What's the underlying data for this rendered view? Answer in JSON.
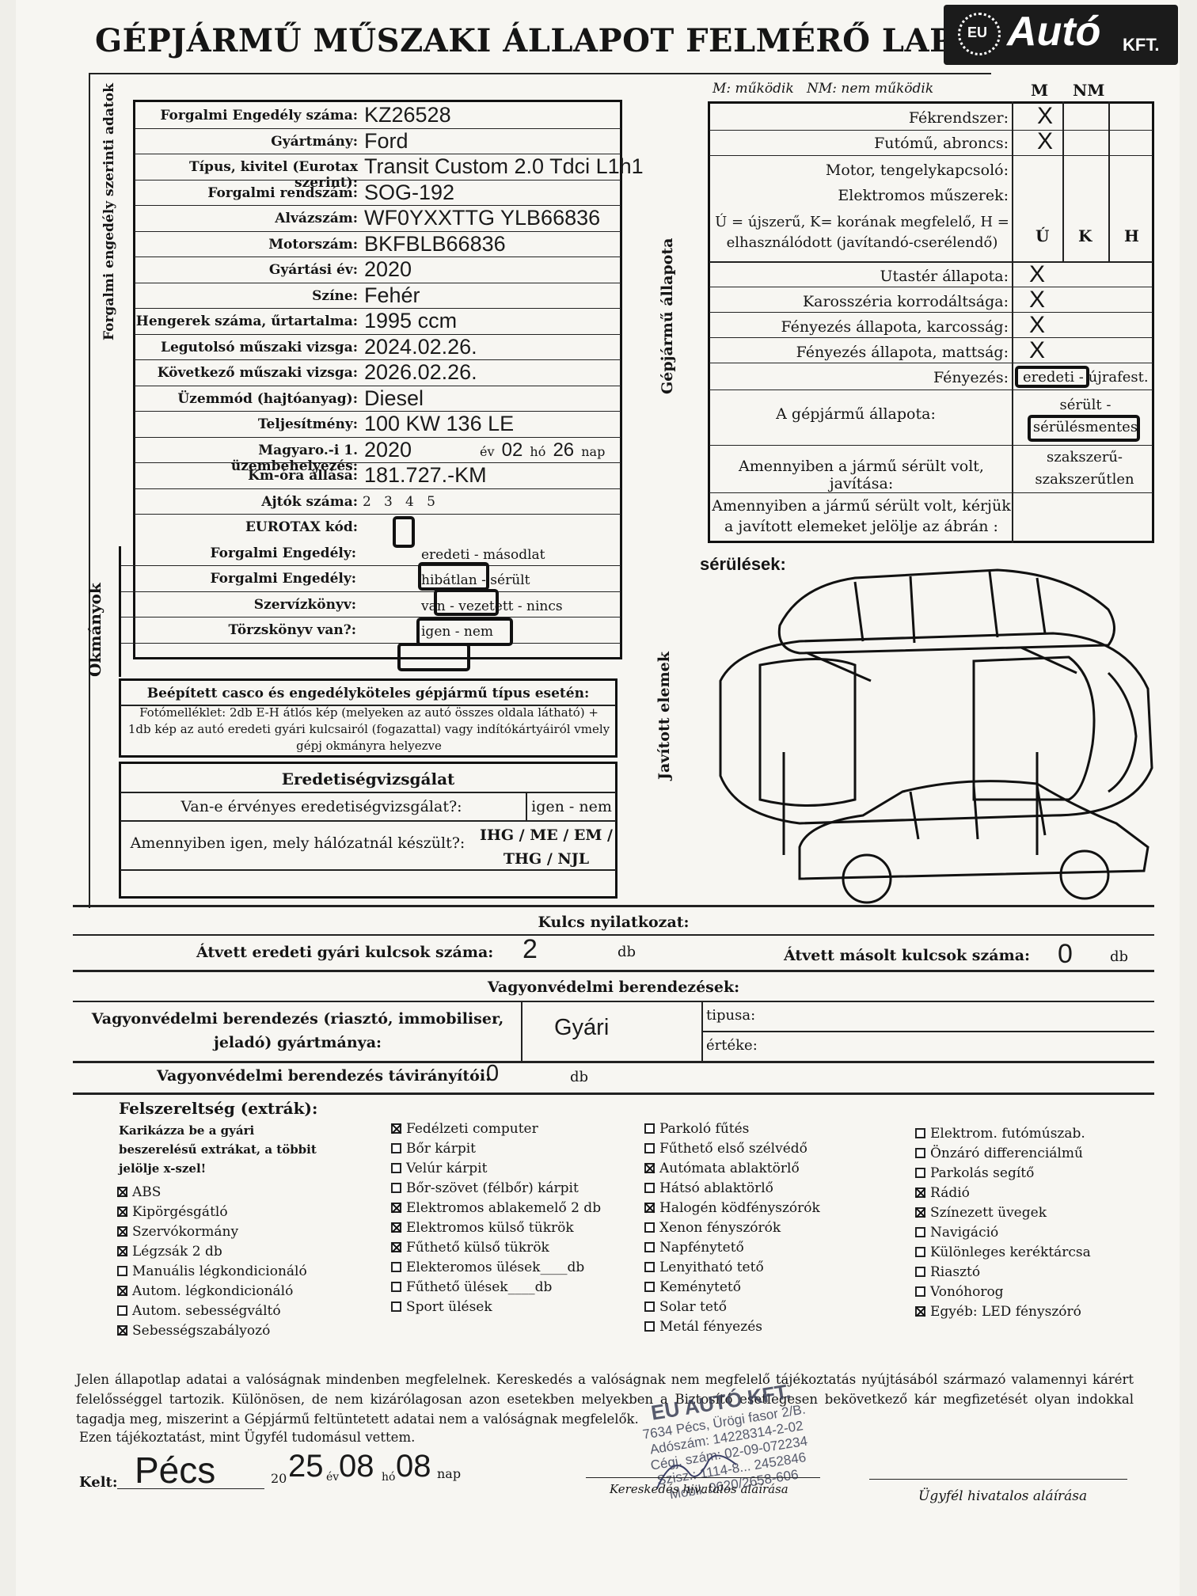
{
  "title": "GÉPJÁRMŰ MŰSZAKI ÁLLAPOT FELMÉRŐ LAP",
  "logo": {
    "eu": "EU",
    "brand": "Autó",
    "suffix": "KFT."
  },
  "side_labels": {
    "left_top": "Forgalmi engedély szerinti adatok",
    "left_bottom": "Okmányok",
    "right_top": "Gépjármű állapota",
    "right_bottom": "Javított elemek"
  },
  "vehicle": [
    {
      "label": "Forgalmi Engedély száma:",
      "value": "KZ26528"
    },
    {
      "label": "Gyártmány:",
      "value": "Ford"
    },
    {
      "label": "Típus, kivitel (Eurotax szerint):",
      "value": "Transit Custom 2.0 Tdci L1h1"
    },
    {
      "label": "Forgalmi rendszám:",
      "value": "SOG-192"
    },
    {
      "label": "Alvázszám:",
      "value": "WF0YXXTTG YLB66836"
    },
    {
      "label": "Motorszám:",
      "value": "BKFBLB66836"
    },
    {
      "label": "Gyártási év:",
      "value": "2020"
    },
    {
      "label": "Színe:",
      "value": "Fehér"
    },
    {
      "label": "Hengerek száma, űrtartalma:",
      "value": "1995 ccm"
    },
    {
      "label": "Legutolsó műszaki vizsga:",
      "value": "2024.02.26."
    },
    {
      "label": "Következő műszaki vizsga:",
      "value": "2026.02.26."
    },
    {
      "label": "Üzemmód (hajtóanyag):",
      "value": "Diesel"
    },
    {
      "label": "Teljesítmény:",
      "value": "100 KW 136 LE"
    },
    {
      "label": "Magyaro.-i 1. üzembehelyezés:",
      "value": "2020"
    },
    {
      "label": "Km-óra állása:",
      "value": "181.727.-KM"
    },
    {
      "label": "Ajtók száma:",
      "value": "2   3   4   5"
    },
    {
      "label": "EUROTAX kód:",
      "value": ""
    }
  ],
  "first_reg": {
    "ev": "év",
    "month": "02",
    "ho": "hó",
    "day": "26",
    "nap": "nap"
  },
  "docs": [
    {
      "label": "Forgalmi Engedély:",
      "value": "eredeti - másodlat"
    },
    {
      "label": "Forgalmi Engedély:",
      "value": "hibátlan - sérült"
    },
    {
      "label": "Szervízkönyv:",
      "value": "van - vezetett - nincs"
    },
    {
      "label": "Törzskönyv van?:",
      "value": "igen - nem"
    }
  ],
  "casco": {
    "heading": "Beépített casco és engedélyköteles gépjármű típus esetén:",
    "text": "Fotómelléklet: 2db E-H átlós kép (melyeken az autó összes oldala látható) + 1db kép az autó eredeti gyári kulcsairól (fogazattal) vagy indítókártyáiról vmely gépj okmányra helyezve"
  },
  "originality": {
    "heading": "Eredetiségvizsgálat",
    "q1": "Van-e érvényes eredetiségvizsgálat?:",
    "a1": "igen - nem",
    "q2": "Amennyiben igen, mely hálózatnál készült?:",
    "a2": "IHG / ME / EM / THG / NJL"
  },
  "status": {
    "legend": "M: működik   NM: nem működik",
    "col_m": "M",
    "col_nm": "NM",
    "col_u": "Ú",
    "col_k": "K",
    "col_h": "H",
    "rows_m": [
      {
        "label": "Fékrendszer:",
        "mark": "X"
      },
      {
        "label": "Futómű, abroncs:",
        "mark": "X"
      },
      {
        "label": "Motor, tengelykapcsoló:",
        "mark": ""
      },
      {
        "label": "Elektromos műszerek:",
        "mark": ""
      }
    ],
    "uk_legend": "Ú = újszerű, K= korának megfelelő, H = elhasználódott (javítandó-cserélendő)",
    "rows_u": [
      {
        "label": "Utastér állapota:",
        "mark": "X"
      },
      {
        "label": "Karosszéria korrodáltsága:",
        "mark": "X"
      },
      {
        "label": "Fényezés állapota, karcosság:",
        "mark": "X"
      },
      {
        "label": "Fényezés állapota, mattság:",
        "mark": "X"
      }
    ],
    "paint_label": "Fényezés:",
    "paint_value": "eredeti - újrafest.",
    "cond_label": "A gépjármű állapota:",
    "cond_value": "sérült - sérülésmentes",
    "repair_label": "Amennyiben a jármű sérült volt, javítása:",
    "repair_value": "szakszerű- szakszerűtlen",
    "mark_label": "Amennyiben a jármű sérült volt, kérjük a javított elemeket jelölje az ábrán :"
  },
  "damage_label": "sérülések:",
  "keys": {
    "heading": "Kulcs nyilatkozat:",
    "orig_label": "Átvett eredeti gyári kulcsok száma:",
    "orig_value": "2",
    "copy_label": "Átvett másolt kulcsok száma:",
    "copy_value": "0",
    "unit": "db"
  },
  "security": {
    "heading": "Vagyonvédelmi berendezések:",
    "maker_label": "Vagyonvédelmi berendezés (riasztó, immobiliser, jeladó) gyártmánya:",
    "maker_value": "Gyári",
    "type_label": "tipusa:",
    "value_label": "értéke:",
    "remote_label": "Vagyonvédelmi berendezés távirányítói:",
    "remote_value": "0",
    "unit": "db"
  },
  "extras": {
    "heading": "Felszereltség (extrák):",
    "instructions": "Karikázza be a gyári beszerelésű extrákat, a többit jelölje x-szel!",
    "col1": [
      {
        "label": "ABS",
        "checked": true
      },
      {
        "label": "Kipörgésgátló",
        "checked": true
      },
      {
        "label": "Szervókormány",
        "checked": true
      },
      {
        "label": "Légzsák  2  db",
        "checked": true
      },
      {
        "label": "Manuális légkondicionáló",
        "checked": false
      },
      {
        "label": "Autom. légkondicionáló",
        "checked": true
      },
      {
        "label": "Autom. sebességváltó",
        "checked": false
      },
      {
        "label": "Sebességszabályozó",
        "checked": true
      }
    ],
    "col2": [
      {
        "label": "Fedélzeti computer",
        "checked": true
      },
      {
        "label": "Bőr kárpit",
        "checked": false
      },
      {
        "label": "Velúr kárpit",
        "checked": false
      },
      {
        "label": "Bőr-szövet (félbőr) kárpit",
        "checked": false
      },
      {
        "label": "Elektromos ablakemelő 2 db",
        "checked": true
      },
      {
        "label": "Elektromos külső tükrök",
        "checked": true
      },
      {
        "label": "Fűthető külső tükrök",
        "checked": true
      },
      {
        "label": "Elekteromos ülések____db",
        "checked": false
      },
      {
        "label": "Fűthető ülések____db",
        "checked": false
      },
      {
        "label": "Sport ülések",
        "checked": false
      }
    ],
    "col3": [
      {
        "label": "Parkoló fűtés",
        "checked": false
      },
      {
        "label": "Fűthető első szélvédő",
        "checked": false
      },
      {
        "label": "Autómata ablaktörlő",
        "checked": true
      },
      {
        "label": "Hátsó ablaktörlő",
        "checked": false
      },
      {
        "label": "Halogén ködfényszórók",
        "checked": true
      },
      {
        "label": "Xenon fényszórók",
        "checked": false
      },
      {
        "label": "Napfénytető",
        "checked": false
      },
      {
        "label": "Lenyitható tető",
        "checked": false
      },
      {
        "label": "Keménytető",
        "checked": false
      },
      {
        "label": "Solar tető",
        "checked": false
      },
      {
        "label": "Metál fényezés",
        "checked": false
      }
    ],
    "col4": [
      {
        "label": "Elektrom. futómúszab.",
        "checked": false
      },
      {
        "label": "Önzáró differenciálmű",
        "checked": false
      },
      {
        "label": "Parkolás segítő",
        "checked": false
      },
      {
        "label": "Rádió",
        "checked": true
      },
      {
        "label": "Színezett üvegek",
        "checked": true
      },
      {
        "label": "Navigáció",
        "checked": false
      },
      {
        "label": "Különleges keréktárcsa",
        "checked": false
      },
      {
        "label": "Riasztó",
        "checked": false
      },
      {
        "label": "Vonóhorog",
        "checked": false
      },
      {
        "label": "Egyéb: LED fényszóró",
        "checked": true
      }
    ]
  },
  "declaration": "Jelen állapotlap adatai a valóságnak mindenben megfelelnek. Kereskedés a valóságnak nem megfelelő tájékoztatás nyújtásából származó valamennyi kárért felelősséggel tartozik. Különösen, de nem kizárólagosan azon esetekben melyekben a Biztosító esetlegesen bekövetkező kár megfizetését olyan indokkal tagadja meg, miszerint a Gépjármű feltüntetett adatai nem a valóságnak megfelelők.",
  "declaration2": "Ezen tájékoztatást, mint Ügyfél tudomásul vettem.",
  "signature": {
    "kelt_label": "Kelt:",
    "place": "Pécs",
    "year_prefix": "20",
    "year": "25",
    "ev": "év",
    "month": "08",
    "ho": "hó",
    "day": "08",
    "nap": "nap",
    "dealer_label": "Kereskedés hivatalos aláírása",
    "client_label": "Ügyfél hivatalos aláírása"
  },
  "stamp": {
    "name": "EU AUTÓ KFT.",
    "address": "7634 Pécs, Ürögi fasor 2/B.",
    "tax": "Adószám: 14228314-2-02",
    "reg": "Cégj. szám: 02-09-072234",
    "phone": "Szisz.: 1114-8... 2452846",
    "mobile": "Mobil: 0620/2658-606"
  }
}
